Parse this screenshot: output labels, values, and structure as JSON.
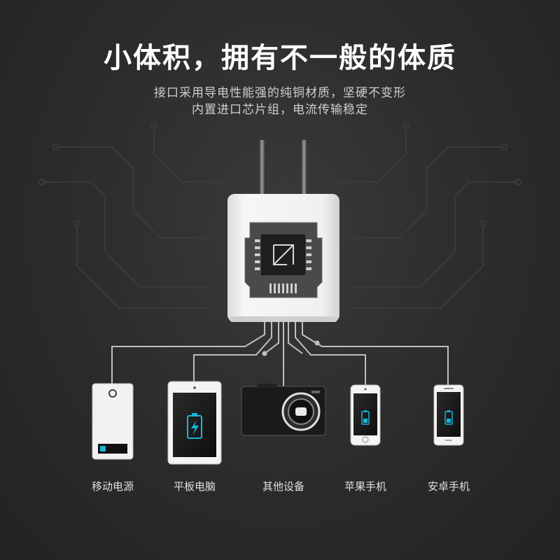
{
  "headline": {
    "title": "小体积，拥有不一般的体质",
    "subtitle_line1": "接口采用导电性能强的纯铜材质，坚硬不变形",
    "subtitle_line2": "内置进口芯片组，电流传输稳定"
  },
  "devices": [
    {
      "label": "移动电源",
      "icon": "power-bank-icon"
    },
    {
      "label": "平板电脑",
      "icon": "tablet-icon"
    },
    {
      "label": "其他设备",
      "icon": "camera-icon"
    },
    {
      "label": "苹果手机",
      "icon": "iphone-icon"
    },
    {
      "label": "安卓手机",
      "icon": "android-phone-icon"
    }
  ],
  "colors": {
    "background": "#2b2b2b",
    "charger_body": "#f2f2f2",
    "chip": "#2a2a2a",
    "battery_accent": "#19b6d6",
    "wire": "#bfbfbf"
  }
}
